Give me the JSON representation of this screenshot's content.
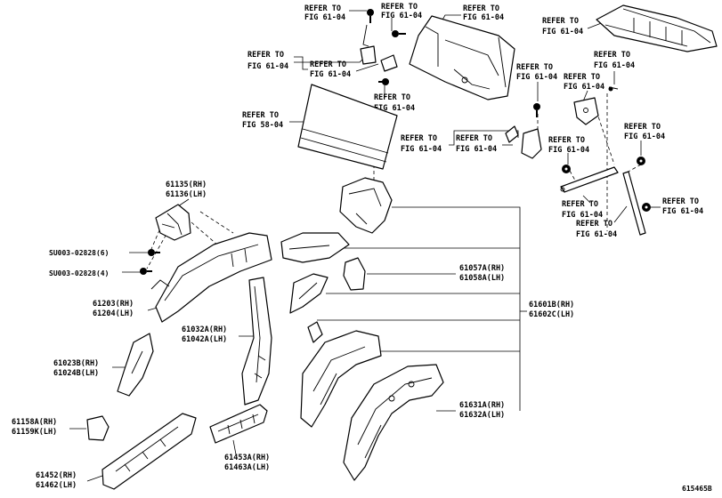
{
  "refer_labels": {
    "r1": [
      "REFER TO",
      "FIG 61-04"
    ],
    "r2": [
      "REFER TO",
      "FIG 61-04"
    ],
    "r3": [
      "REFER TO",
      "FIG 61-04"
    ],
    "r4": [
      "REFER TO",
      "FIG 61-04"
    ],
    "r5": [
      "REFER TO",
      "FIG 61-04"
    ],
    "r6": [
      "REFER TO",
      "FIG 61-04"
    ],
    "r7": [
      "REFER TO",
      "FIG 61-04"
    ],
    "r8": [
      "REFER TO",
      "FIG 58-04"
    ],
    "r9": [
      "REFER TO",
      "FIG 61-04"
    ],
    "r10": [
      "REFER TO",
      "FIG 61-04"
    ],
    "r11": [
      "REFER TO",
      "FIG 61-04"
    ],
    "r12": [
      "REFER TO",
      "FIG 61-04"
    ],
    "r13": [
      "REFER TO",
      "FIG 61-04"
    ],
    "r14": [
      "REFER TO",
      "FIG 61-04"
    ],
    "r15": [
      "REFER TO",
      "FIG 61-04"
    ],
    "r16": [
      "REFER TO",
      "FIG 61-04"
    ],
    "r17": [
      "REFER TO",
      "FIG 61-04"
    ]
  },
  "parts": {
    "p61135": [
      "61135(RH)",
      "61136(LH)"
    ],
    "su1": "SU003-02828(6)",
    "su2": "SU003-02828(4)",
    "p61203": [
      "61203(RH)",
      "61204(LH)"
    ],
    "p61032": [
      "61032A(RH)",
      "61042A(LH)"
    ],
    "p61023": [
      "61023B(RH)",
      "61024B(LH)"
    ],
    "p61158": [
      "61158A(RH)",
      "61159K(LH)"
    ],
    "p61452": [
      "61452(RH)",
      "61462(LH)"
    ],
    "p61453": [
      "61453A(RH)",
      "61463A(LH)"
    ],
    "p61631": [
      "61631A(RH)",
      "61632A(LH)"
    ],
    "p61057": [
      "61057A(RH)",
      "61058A(LH)"
    ],
    "p61601": [
      "61601B(RH)",
      "61602C(LH)"
    ]
  },
  "diagram_id": "615465B"
}
